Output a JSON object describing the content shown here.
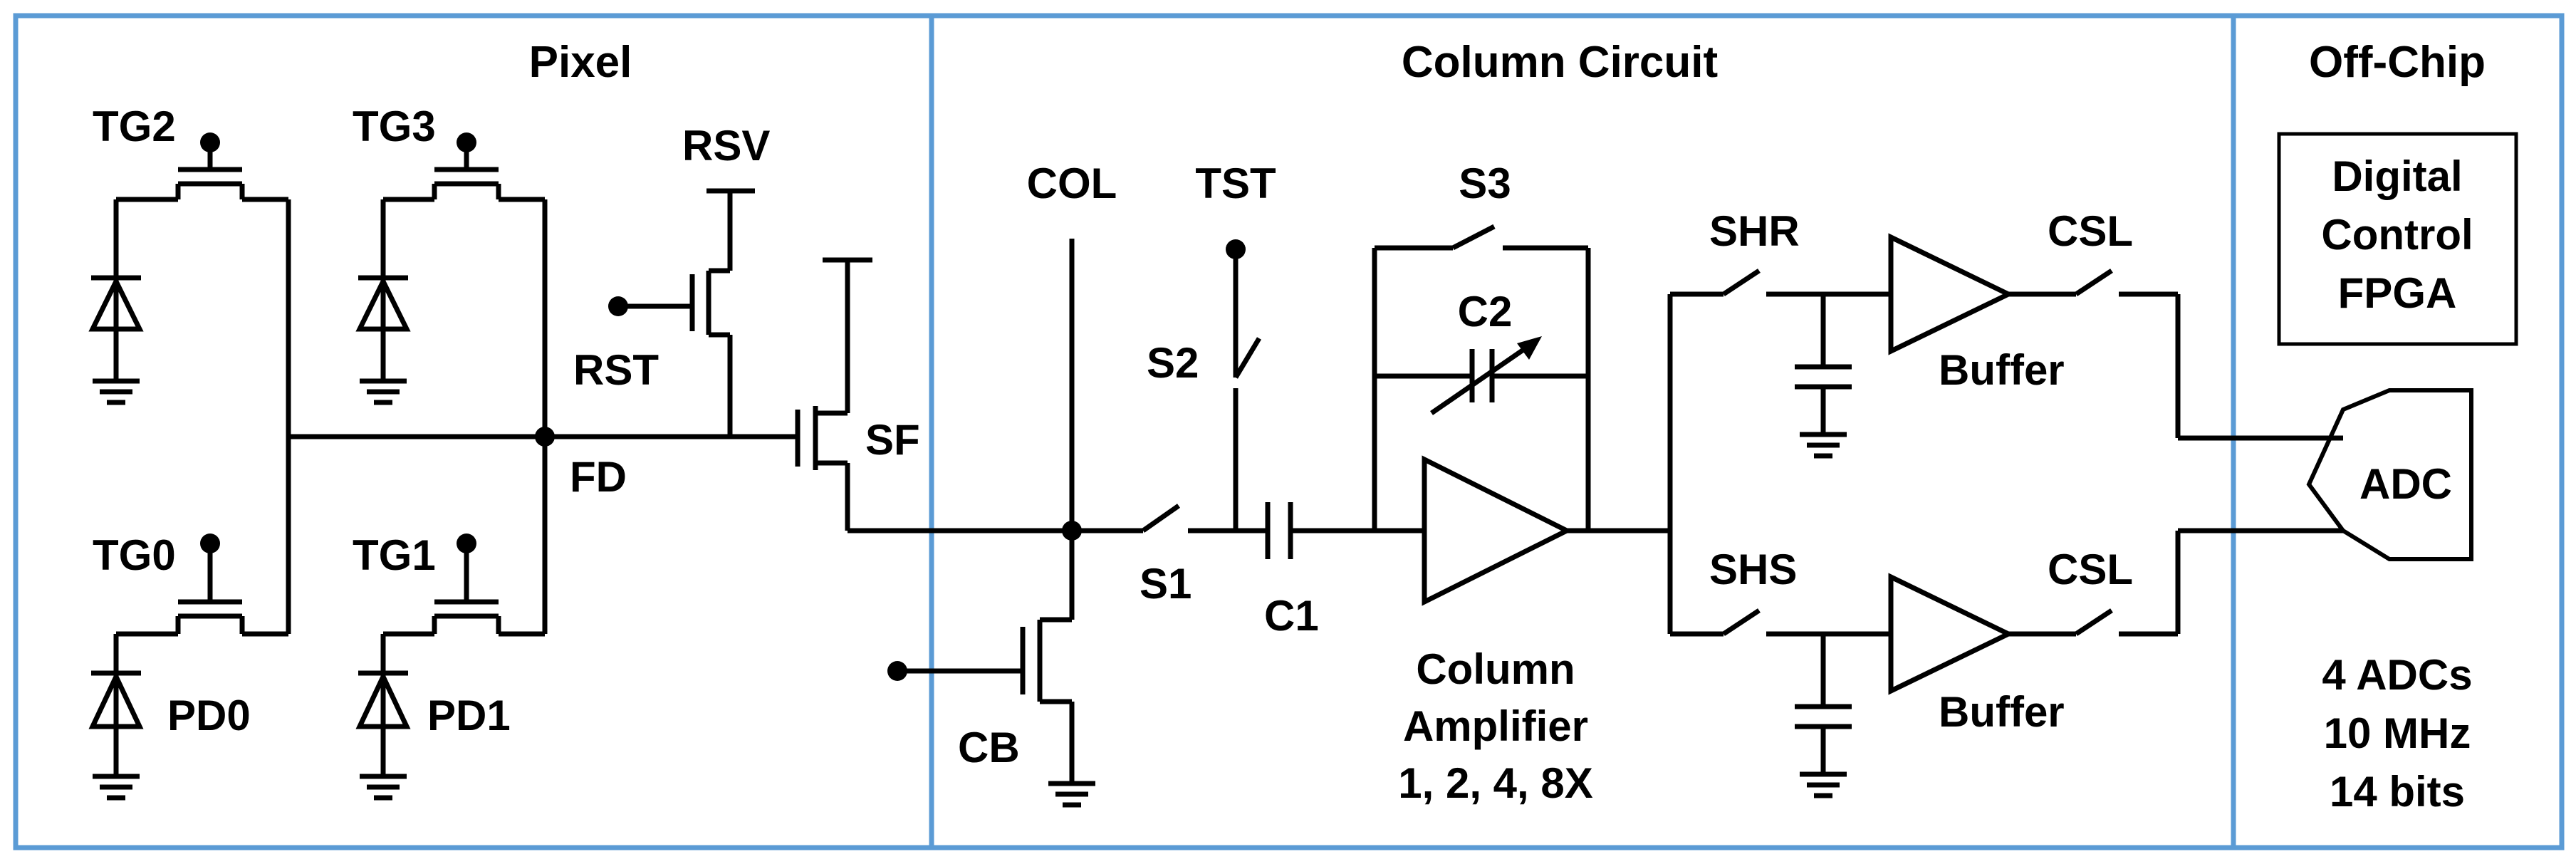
{
  "sections": {
    "pixel": "Pixel",
    "column": "Column Circuit",
    "offchip": "Off-Chip"
  },
  "pixel": {
    "tg2": "TG2",
    "tg3": "TG3",
    "tg0": "TG0",
    "tg1": "TG1",
    "pd0": "PD0",
    "pd1": "PD1",
    "rsv": "RSV",
    "rst": "RST",
    "fd": "FD",
    "sf": "SF"
  },
  "column": {
    "col": "COL",
    "tst": "TST",
    "s1": "S1",
    "s2": "S2",
    "s3": "S3",
    "c1": "C1",
    "c2": "C2",
    "cb": "CB",
    "amp_line1": "Column",
    "amp_line2": "Amplifier",
    "amp_line3": "1, 2, 4, 8X",
    "shr": "SHR",
    "shs": "SHS",
    "csl_top": "CSL",
    "csl_bottom": "CSL",
    "buffer_top": "Buffer",
    "buffer_bottom": "Buffer"
  },
  "offchip": {
    "dc_line1": "Digital",
    "dc_line2": "Control",
    "dc_line3": "FPGA",
    "adc": "ADC",
    "spec1": "4 ADCs",
    "spec2": "10 MHz",
    "spec3": "14 bits"
  }
}
